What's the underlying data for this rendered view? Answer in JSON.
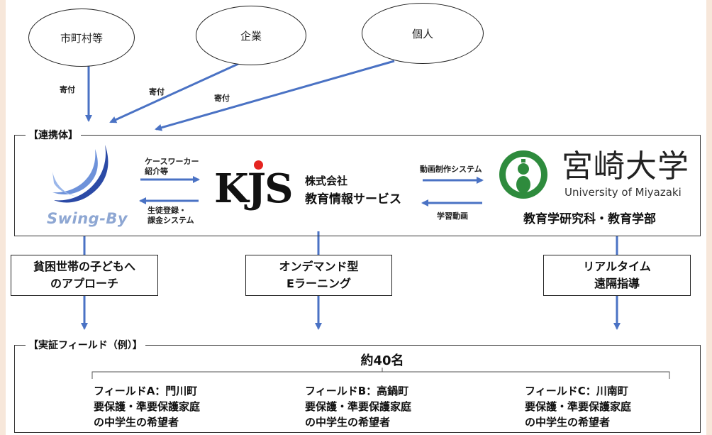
{
  "donors": [
    {
      "name": "市町村等"
    },
    {
      "name": "企業"
    },
    {
      "name": "個人"
    }
  ],
  "donation_labels": [
    "寄付",
    "寄付",
    "寄付"
  ],
  "partnership": {
    "title": "【連携体】"
  },
  "swingby": {
    "logo_text": "Swing-By"
  },
  "kjs": {
    "logo_text": "KJS",
    "company_line1": "株式会社",
    "company_line2": "教育情報サービス"
  },
  "miyazaki": {
    "kanji": "宮崎大学",
    "english": "University of Miyazaki",
    "department": "教育学研究科・教育学部"
  },
  "flows": {
    "caseworker_line1": "ケースワーカー",
    "caseworker_line2": "紹介等",
    "registration_line1": "生徒登録・",
    "registration_line2": "課金システム",
    "video_system": "動画制作システム",
    "learning_video": "学習動画"
  },
  "approaches": [
    {
      "line1": "貧困世帯の子どもへ",
      "line2": "のアプローチ"
    },
    {
      "line1": "オンデマンド型",
      "line2": "Eラーニング"
    },
    {
      "line1": "リアルタイム",
      "line2": "遠隔指導"
    }
  ],
  "field_section": {
    "title": "【実証フィールド（例）】",
    "count": "約40名"
  },
  "fields": [
    {
      "name": "フィールドA：門川町",
      "line2": "要保護・準要保護家庭",
      "line3": "の中学生の希望者"
    },
    {
      "name": "フィールドB：高鍋町",
      "line2": "要保護・準要保護家庭",
      "line3": "の中学生の希望者"
    },
    {
      "name": "フィールドC：川南町",
      "line2": "要保護・準要保護家庭",
      "line3": "の中学生の希望者"
    }
  ],
  "colors": {
    "arrow": "#4a72c4",
    "kjs_dot": "#e52420",
    "miyazaki_green": "#2e8b3d",
    "swingby_blue": "#2b4aa6"
  }
}
